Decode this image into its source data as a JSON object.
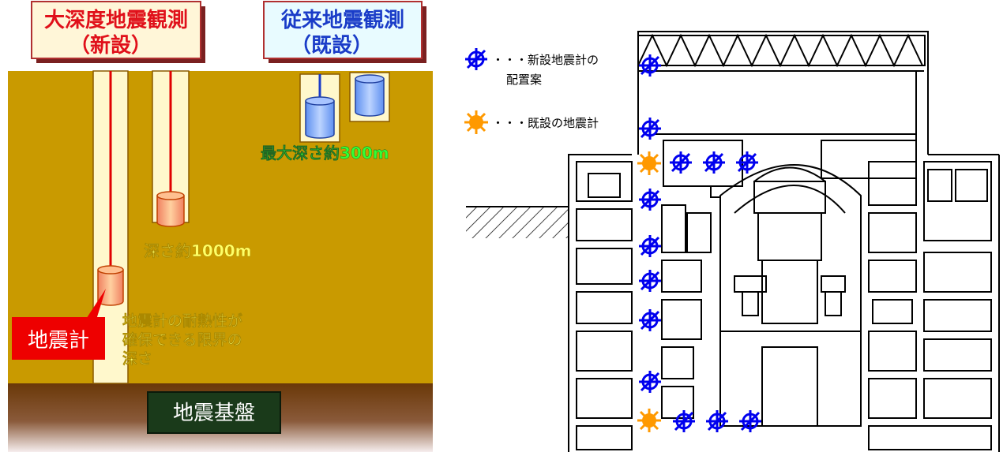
{
  "left": {
    "new_obs_title_line1": "大深度地震観測",
    "new_obs_title_line2": "（新設）",
    "old_obs_title_line1": "従来地震観測",
    "old_obs_title_line2": "（既設）",
    "max_depth_label": "最大深さ約300m",
    "depth_label": "深さ約1000m",
    "note_line1": "地震計の耐熱性が",
    "note_line2": "確保できる限界の",
    "note_line3": "深さ",
    "seismometer_callout": "地震計",
    "bedrock_label": "地震基盤"
  },
  "right": {
    "legend": [
      {
        "text_line1": "・・・新設地震計の",
        "text_line2": "配置案",
        "icon": "new-seismometer-icon",
        "color": "#0000ee"
      },
      {
        "text_line1": "・・・既設の地震計",
        "text_line2": "",
        "icon": "existing-seismometer-icon",
        "color": "#ff9900"
      }
    ]
  },
  "colors": {
    "ground": "#c99a00",
    "bedrock_top": "#6e3a0a",
    "bedrock_bottom": "#f2e6e6",
    "new_marker": "#0000ee",
    "old_marker": "#ff9900",
    "label_yellow": "#ffff66",
    "callout_red": "#ee0000",
    "title_red": "#e0101a",
    "title_blue": "#1a3cc8"
  }
}
